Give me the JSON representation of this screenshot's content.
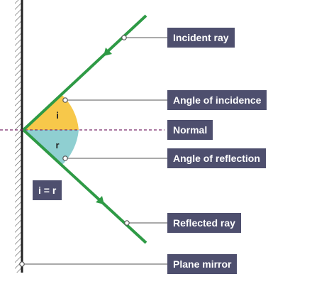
{
  "labels": {
    "incident_ray": "Incident ray",
    "angle_of_incidence": "Angle of incidence",
    "normal": "Normal",
    "angle_of_reflection": "Angle of reflection",
    "reflected_ray": "Reflected ray",
    "plane_mirror": "Plane mirror"
  },
  "angle_letters": {
    "incidence": "i",
    "reflection": "r"
  },
  "equation": "i = r",
  "colors": {
    "ray": "#2e9a45",
    "incidence_fill": "#f7c84a",
    "reflection_fill": "#8fcfd1",
    "normal_line": "#7b2a6a",
    "label_bg": "#4e4f6e",
    "mirror": "#222222"
  }
}
